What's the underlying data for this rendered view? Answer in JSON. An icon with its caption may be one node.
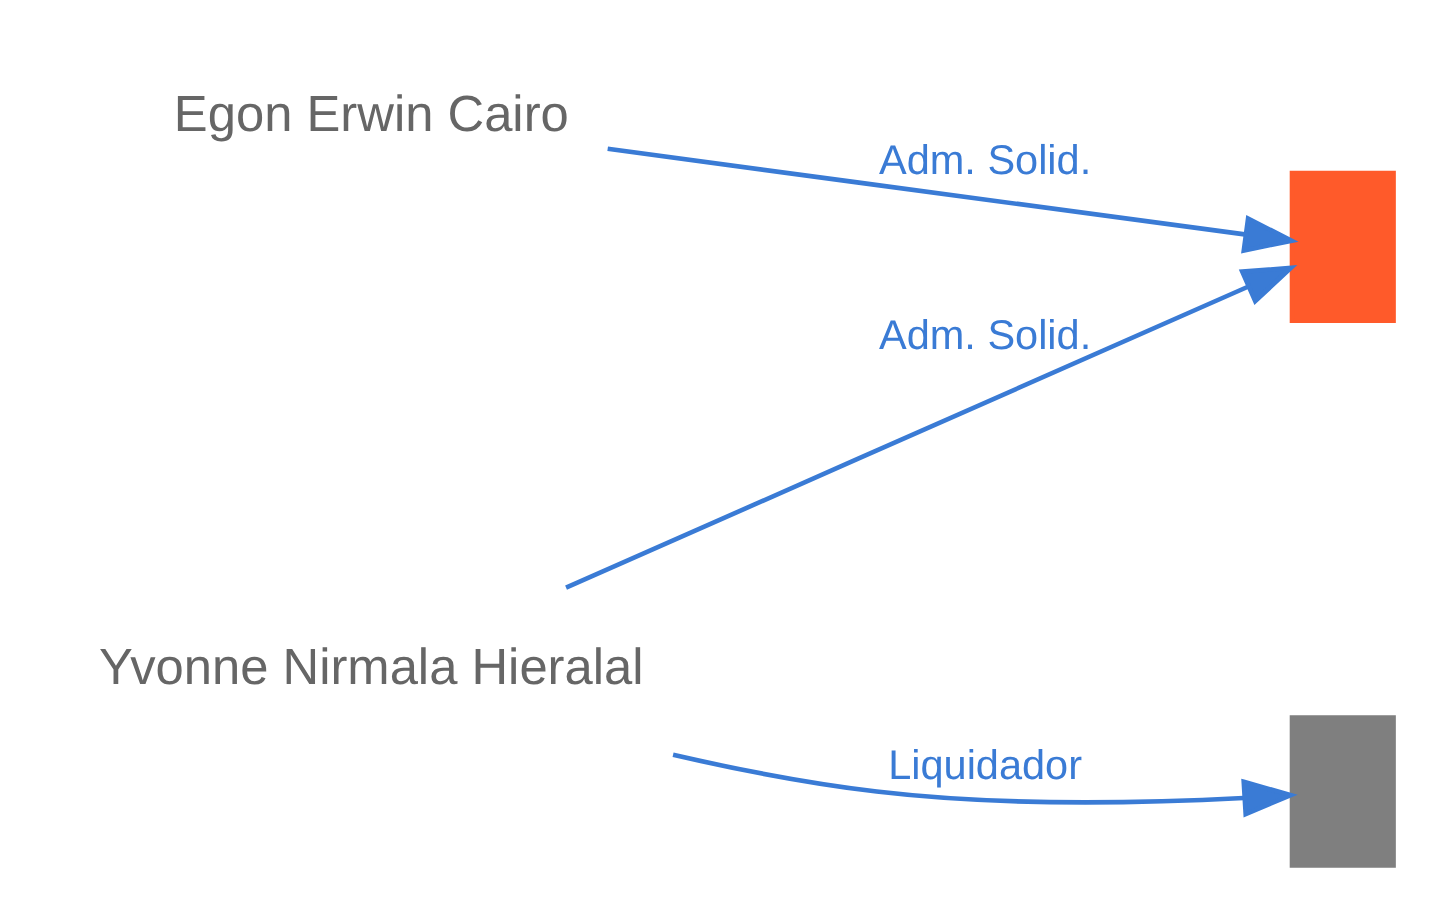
{
  "diagram": {
    "nodes": [
      {
        "text": [],
        "shape": "building"
      },
      {
        "text": [
          "Egon Erwin Cairo"
        ]
      },
      {
        "text": [
          "Yvonne Nirmala Hieralal"
        ]
      },
      {
        "text": [],
        "shape": "building"
      }
    ],
    "edges": [
      {
        "from": 1,
        "to": 0,
        "arrow": "to",
        "label": "Adm. Solid."
      },
      {
        "from": 2,
        "to": 0,
        "arrow": "to",
        "label": "Adm. Solid."
      },
      {
        "from": 2,
        "to": 3,
        "arrow": "to",
        "label": "Liquidador"
      }
    ]
  }
}
